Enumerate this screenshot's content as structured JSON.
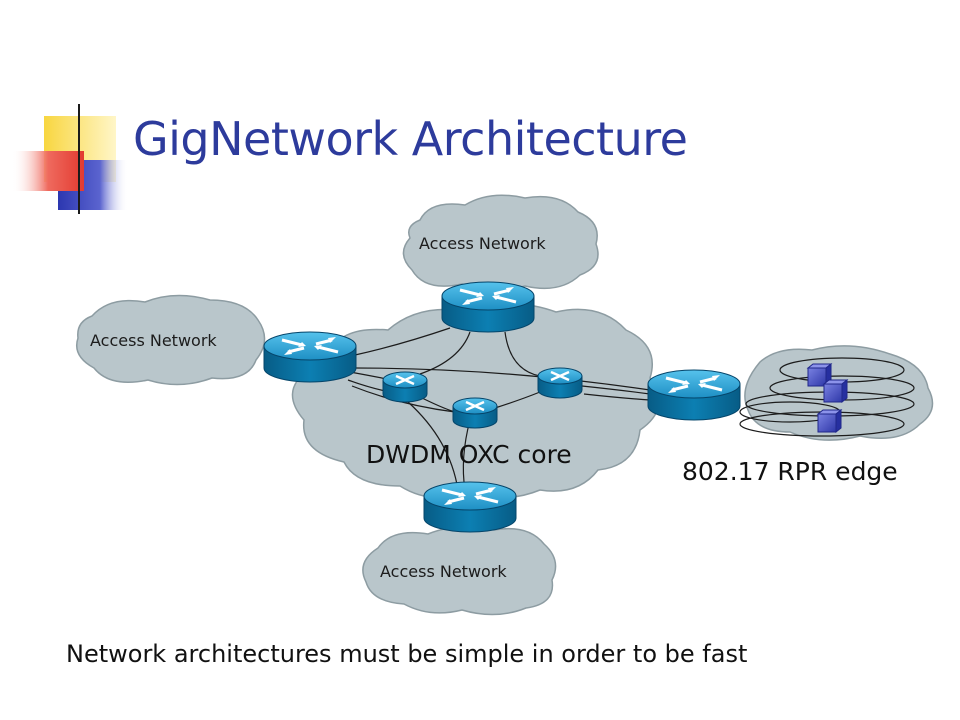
{
  "slide": {
    "title": "GigNetwork Architecture",
    "footer": "Network architectures must be simple in order to be fast"
  },
  "diagram": {
    "core_label": "DWDM OXC core",
    "rpr_label": "802.17 RPR edge",
    "access_networks": [
      {
        "id": "top",
        "label": "Access Network"
      },
      {
        "id": "left",
        "label": "Access Network"
      },
      {
        "id": "bottom",
        "label": "Access Network"
      }
    ],
    "edge_routers": [
      "top",
      "left",
      "right",
      "bottom"
    ],
    "core_switches": [
      "left",
      "center",
      "right"
    ],
    "rpr_nodes": 3
  },
  "colors": {
    "title": "#2d3b9c",
    "cloud_fill": "#b9c6cb",
    "router_body": "#0a6f9e",
    "router_top": "#2fa6d6",
    "rpr_node": "#4a55c8",
    "accent_yellow": "#f6cf3a",
    "accent_red": "#e8473d",
    "accent_blue": "#3540b8"
  }
}
